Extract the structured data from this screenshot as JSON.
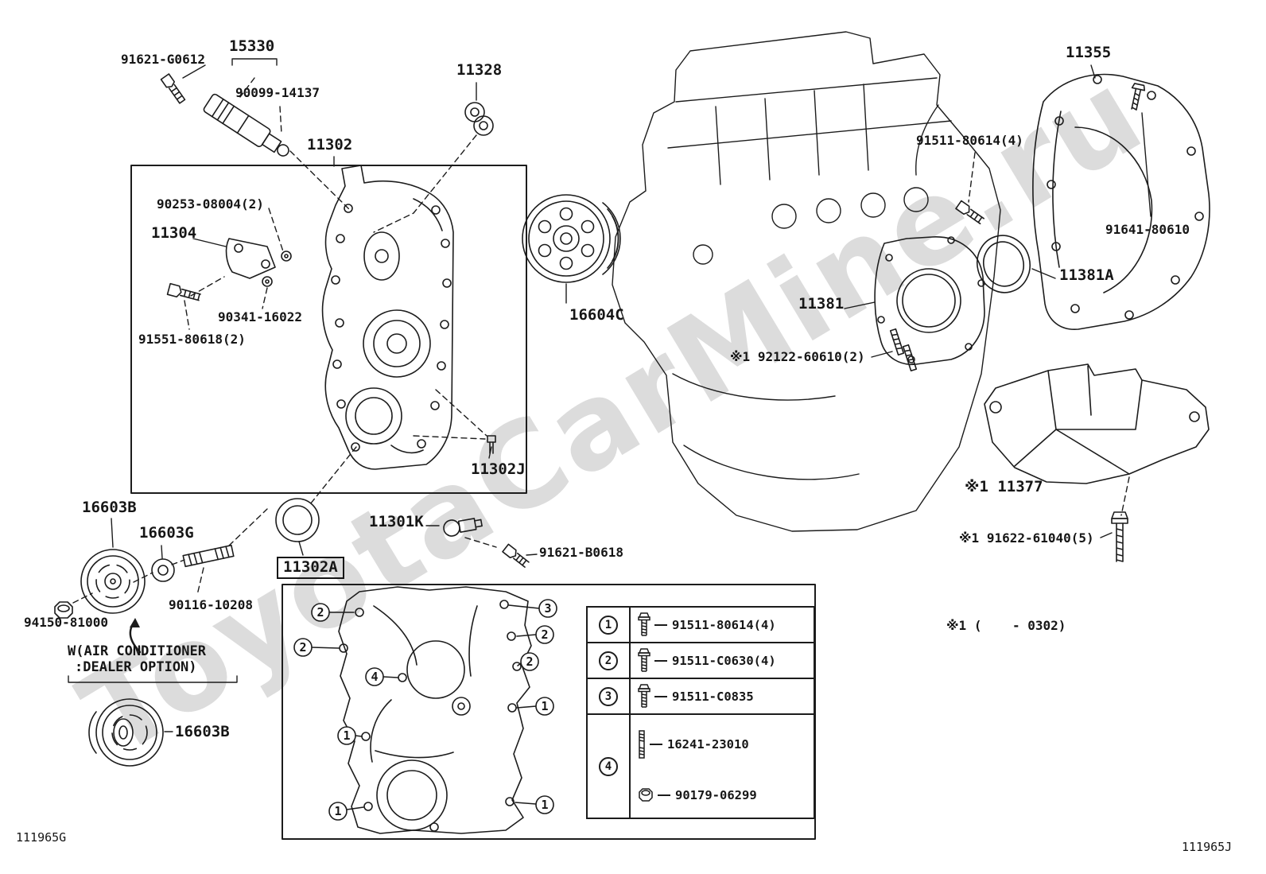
{
  "watermark": "ToyotaCarMine.ru",
  "doc": {
    "code_left": "111965G",
    "code_right": "111965J"
  },
  "callouts": {
    "c91621_g0612": "91621-G0612",
    "c15330": "15330",
    "c90099_14137": "90099-14137",
    "c11328": "11328",
    "c11302": "11302",
    "c90253_08004": "90253-08004(2)",
    "c11304": "11304",
    "c90341_16022": "90341-16022",
    "c91551_80618": "91551-80618(2)",
    "c16604c": "16604C",
    "c11355": "11355",
    "c91511_80614": "91511-80614(4)",
    "c91641_80610": "91641-80610",
    "c11381a": "11381A",
    "c11381": "11381",
    "c92122_60610": "※1 92122-60610(2)",
    "c11377": "※1 11377",
    "c91622_61040": "※1 91622-61040(5)",
    "c11302j": "11302J",
    "c11301k": "11301K",
    "c91621_b0618": "91621-B0618",
    "c11302a": "11302A",
    "c16603b_top": "16603B",
    "c16603g": "16603G",
    "c90116_10208": "90116-10208",
    "c94150_81000": "94150-81000",
    "ac_note_line1": "W(AIR CONDITIONER",
    "ac_note_line2": ":DEALER OPTION)",
    "c16603b_bottom": "16603B",
    "note_0302": "※1 (    - 0302)"
  },
  "balloons": [
    "2",
    "3",
    "2",
    "2",
    "2",
    "4",
    "1",
    "1",
    "1",
    "1"
  ],
  "legend": {
    "rows": [
      {
        "num": "1",
        "parts": [
          "91511-80614(4)"
        ]
      },
      {
        "num": "2",
        "parts": [
          "91511-C0630(4)"
        ]
      },
      {
        "num": "3",
        "parts": [
          "91511-C0835"
        ]
      },
      {
        "num": "4",
        "parts": [
          "16241-23010",
          "90179-06299"
        ]
      }
    ]
  }
}
